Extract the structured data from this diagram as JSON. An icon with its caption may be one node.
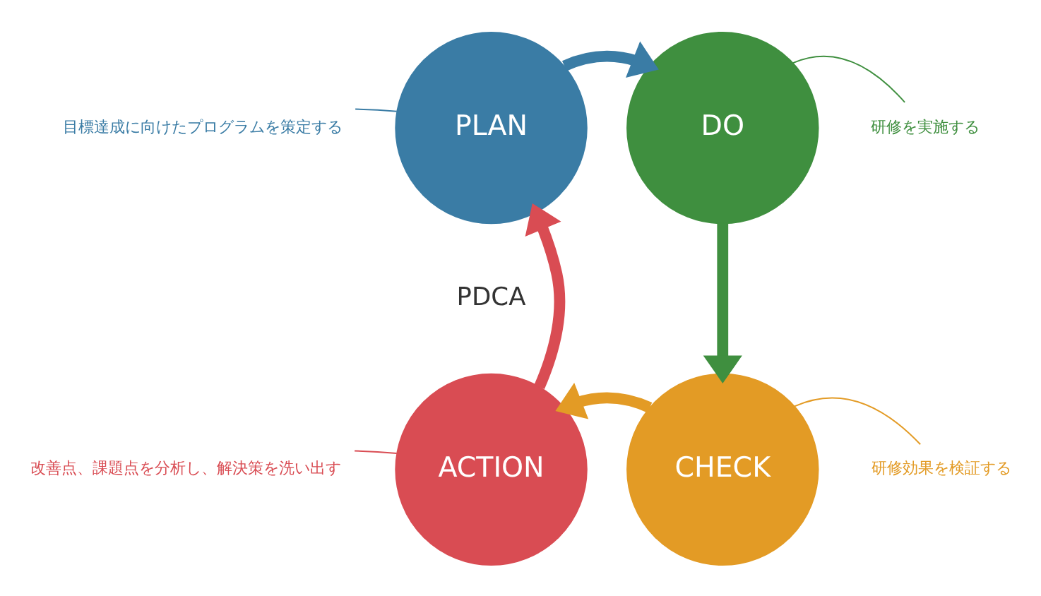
{
  "diagram": {
    "nodes": [
      {
        "text": [
          "PLAN"
        ]
      },
      {
        "text": [
          "DO"
        ]
      },
      {
        "text": [
          "CHECK"
        ]
      },
      {
        "text": [
          "ACTION"
        ]
      },
      {
        "text": [
          "目標達成に向けたプログラムを策定する"
        ]
      },
      {
        "text": [
          "研修を実施する"
        ]
      },
      {
        "text": [
          "研修効果を検証する"
        ]
      },
      {
        "text": [
          "改善点、課題点を分析し、解決策を洗い出す"
        ]
      }
    ],
    "edges": [
      {
        "from": 0,
        "to": 1,
        "arrow": "to",
        "style": "thick",
        "color": "#3a7ca5"
      },
      {
        "from": 1,
        "to": 2,
        "arrow": "to",
        "style": "thick",
        "color": "#3f8f3f"
      },
      {
        "from": 2,
        "to": 3,
        "arrow": "to",
        "style": "thick",
        "color": "#e39b25"
      },
      {
        "from": 3,
        "to": 0,
        "arrow": "to",
        "style": "thick",
        "color": "#d94c53"
      },
      {
        "from": 4,
        "to": 0,
        "arrow": "none",
        "color": "#3a7ca5"
      },
      {
        "from": 5,
        "to": 1,
        "arrow": "none",
        "color": "#3f8f3f"
      },
      {
        "from": 6,
        "to": 2,
        "arrow": "none",
        "color": "#e39b25"
      },
      {
        "from": 7,
        "to": 3,
        "arrow": "none",
        "color": "#d94c53"
      }
    ],
    "labels": [
      "PDCA"
    ]
  }
}
